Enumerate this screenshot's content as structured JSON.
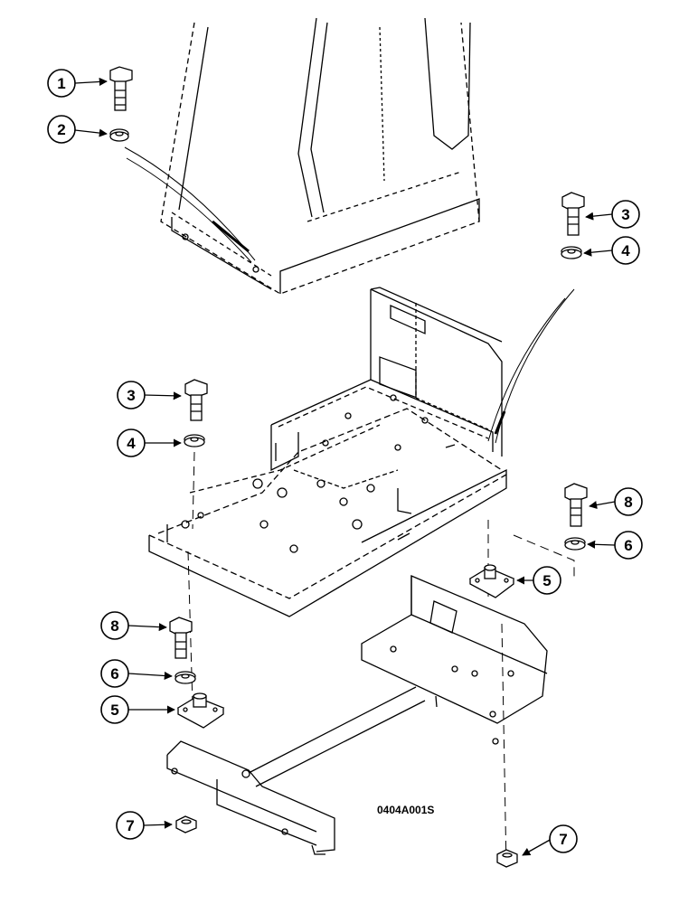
{
  "drawing_ref": "0404A001S",
  "callouts": [
    {
      "id": "c1",
      "label": "1"
    },
    {
      "id": "c2",
      "label": "2"
    },
    {
      "id": "c3a",
      "label": "3"
    },
    {
      "id": "c4a",
      "label": "4"
    },
    {
      "id": "c3b",
      "label": "3"
    },
    {
      "id": "c4b",
      "label": "4"
    },
    {
      "id": "c8a",
      "label": "8"
    },
    {
      "id": "c6a",
      "label": "6"
    },
    {
      "id": "c5a",
      "label": "5"
    },
    {
      "id": "c8b",
      "label": "8"
    },
    {
      "id": "c6b",
      "label": "6"
    },
    {
      "id": "c5b",
      "label": "5"
    },
    {
      "id": "c7a",
      "label": "7"
    },
    {
      "id": "c7b",
      "label": "7"
    }
  ]
}
